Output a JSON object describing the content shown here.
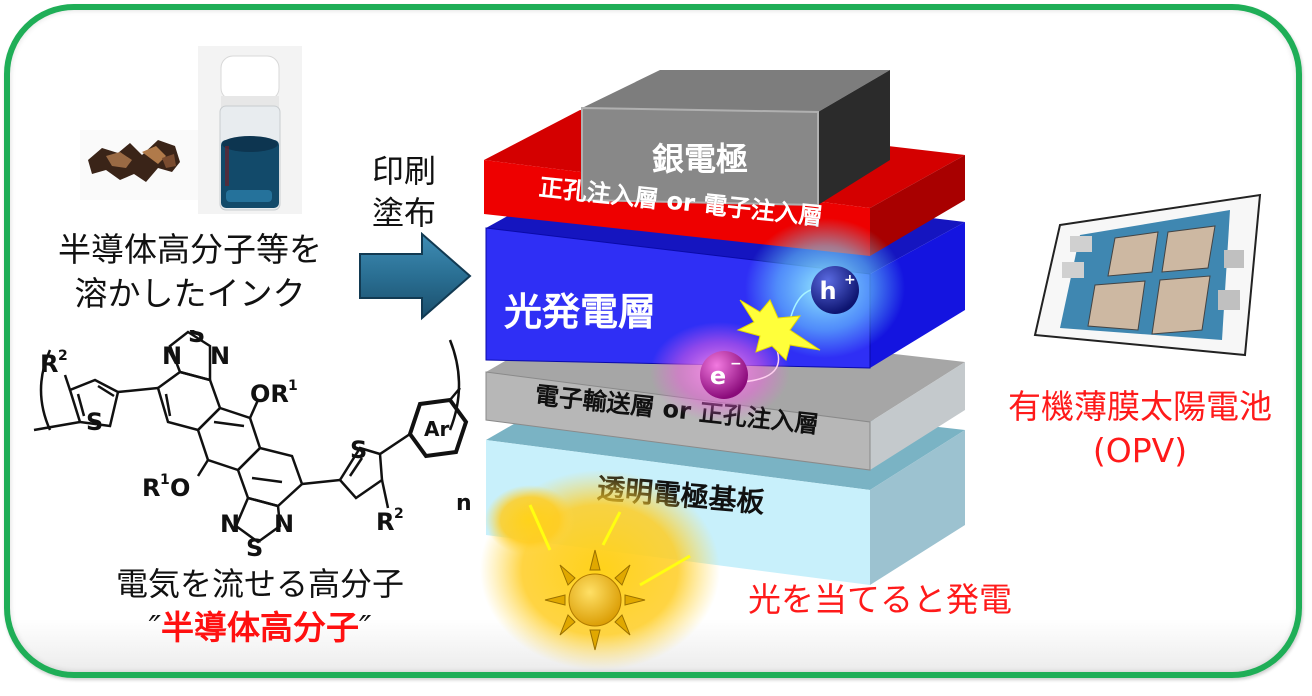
{
  "ink": {
    "caption_line1": "半導体高分子等を",
    "caption_line2": "溶かしたインク",
    "photo_solid": "polymer-solid-photo",
    "photo_vial": "ink-vial-photo"
  },
  "process": {
    "label_line1": "印刷",
    "label_line2": "塗布",
    "arrow_color": "#2a6f93"
  },
  "polymer": {
    "caption": "電気を流せる高分子",
    "name_open_quote": "″",
    "name": "半導体高分子",
    "name_close_quote": "″",
    "structure_labels": {
      "r2_left": "R",
      "r2_left_sup": "2",
      "s_thiophene_left": "S",
      "n1": "N",
      "s_btd_top": "S",
      "n2": "N",
      "or1_top": "OR",
      "or1_top_sup": "1",
      "r1o_bottom": "R",
      "r1o_bottom_sup": "1",
      "r1o_o": "O",
      "n3": "N",
      "n4": "N",
      "s_btd_bottom": "S",
      "s_thiophene_right": "S",
      "r2_right": "R",
      "r2_right_sup": "2",
      "ar": "Ar",
      "n_subscript": "n"
    }
  },
  "stack": {
    "layers": [
      {
        "label": "銀電極",
        "front": "#888888",
        "top": "#7d7d7d",
        "side": "#2b2b2b",
        "text_color": "#ffffff"
      },
      {
        "label": "正孔注入層 or 電子注入層",
        "front": "#ee0000",
        "top": "#d40000",
        "side": "#a80000",
        "text_color": "#ffffff"
      },
      {
        "label": "光発電層",
        "front": "#2f2ff5",
        "top": "#1515c0",
        "side": "#1414e0",
        "text_color": "#ffffff"
      },
      {
        "label": "電子輸送層 or 正孔注入層",
        "front": "#b7b7b7",
        "top": "#a6a6a6",
        "side": "#c4c9cc",
        "text_color": "#111111"
      },
      {
        "label": "透明電極基板",
        "front": "#c8f0fb",
        "top": "#7ab3c4",
        "side": "#9cc2d0",
        "text_color": "#111111"
      }
    ],
    "carriers": {
      "hole": "h",
      "hole_sup": "+",
      "electron": "e",
      "electron_sup": "−"
    }
  },
  "device": {
    "caption_line1": "有機薄膜太陽電池",
    "caption_line2": "(OPV)",
    "photo": "opv-device-photo"
  },
  "light": {
    "caption": "光を当てると発電"
  },
  "colors": {
    "frame_border": "#1fae57",
    "highlight_red": "#ff1a1a"
  }
}
